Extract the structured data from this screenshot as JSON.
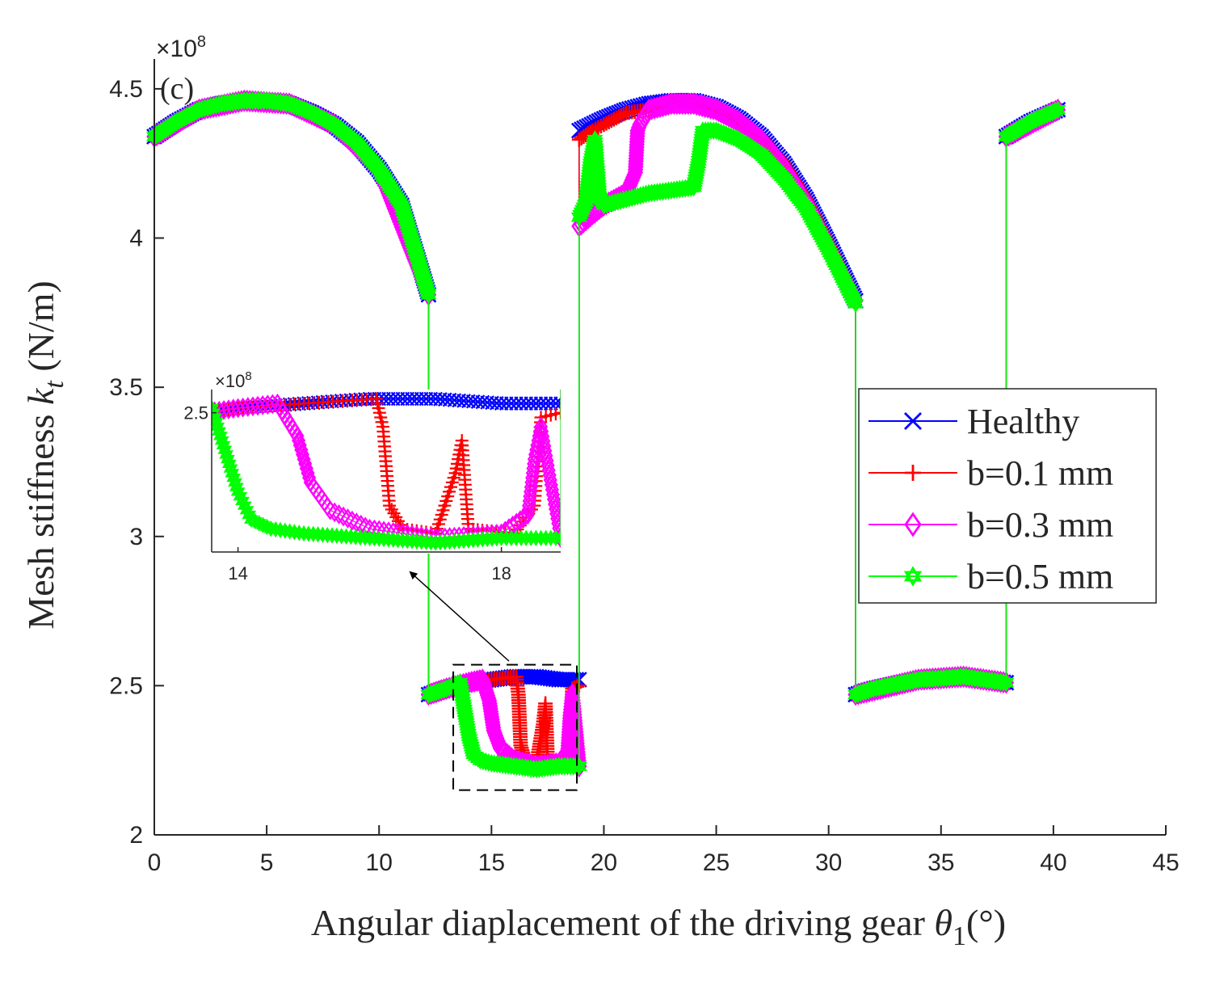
{
  "chart_data": {
    "type": "line",
    "panel_label": "(c)",
    "xlabel": "Angular diaplacement of the driving gear θ1(°)",
    "xlabel_main": "Angular diaplacement of the driving gear ",
    "xlabel_symbol": "θ",
    "xlabel_sub": "1",
    "xlabel_unit": "(°)",
    "ylabel": "Mesh stiffness kt (N/m)",
    "ylabel_main": "Mesh stiffness ",
    "ylabel_symbol": "k",
    "ylabel_sub": "t",
    "ylabel_unit": " (N/m)",
    "y_multiplier": "×10",
    "y_exponent": "8",
    "xlim": [
      0,
      45
    ],
    "ylim": [
      2,
      4.6
    ],
    "xticks": [
      0,
      5,
      10,
      15,
      20,
      25,
      30,
      35,
      40,
      45
    ],
    "yticks": [
      2,
      2.5,
      3,
      3.5,
      4,
      4.5
    ],
    "grid": false,
    "legend_position": "right",
    "colors": {
      "healthy": "#0000ff",
      "b01": "#ff0000",
      "b03": "#ff00ff",
      "b05": "#00ff00",
      "axis": "#262626"
    },
    "series": [
      {
        "name": "Healthy",
        "color": "#0000ff",
        "marker": "x",
        "points": [
          [
            0,
            4.34
          ],
          [
            1,
            4.39
          ],
          [
            2,
            4.43
          ],
          [
            3,
            4.45
          ],
          [
            4,
            4.46
          ],
          [
            5,
            4.46
          ],
          [
            6,
            4.45
          ],
          [
            7,
            4.42
          ],
          [
            8,
            4.38
          ],
          [
            9,
            4.32
          ],
          [
            10,
            4.23
          ],
          [
            11,
            4.11
          ],
          [
            12.2,
            3.81
          ],
          [
            12.2,
            2.47
          ],
          [
            13,
            2.49
          ],
          [
            14,
            2.51
          ],
          [
            15,
            2.52
          ],
          [
            16,
            2.53
          ],
          [
            17,
            2.53
          ],
          [
            18,
            2.52
          ],
          [
            18.9,
            2.52
          ],
          [
            18.9,
            4.36
          ],
          [
            20,
            4.4
          ],
          [
            21,
            4.43
          ],
          [
            22,
            4.45
          ],
          [
            23,
            4.46
          ],
          [
            24,
            4.46
          ],
          [
            25,
            4.44
          ],
          [
            26,
            4.4
          ],
          [
            27,
            4.34
          ],
          [
            28,
            4.25
          ],
          [
            29,
            4.13
          ],
          [
            30,
            3.98
          ],
          [
            31.2,
            3.79
          ],
          [
            31.2,
            2.47
          ],
          [
            32,
            2.49
          ],
          [
            34,
            2.52
          ],
          [
            36,
            2.53
          ],
          [
            37.9,
            2.51
          ],
          [
            37.9,
            4.34
          ],
          [
            39,
            4.39
          ],
          [
            40.2,
            4.43
          ]
        ]
      },
      {
        "name": "b=0.1 mm",
        "color": "#ff0000",
        "marker": "+",
        "points": [
          [
            0,
            4.34
          ],
          [
            2,
            4.43
          ],
          [
            4,
            4.46
          ],
          [
            6,
            4.45
          ],
          [
            8,
            4.38
          ],
          [
            10,
            4.23
          ],
          [
            12.2,
            3.81
          ],
          [
            12.2,
            2.47
          ],
          [
            14,
            2.51
          ],
          [
            15,
            2.52
          ],
          [
            16.1,
            2.53
          ],
          [
            16.2,
            2.47
          ],
          [
            16.3,
            2.3
          ],
          [
            16.5,
            2.25
          ],
          [
            17,
            2.24
          ],
          [
            17.3,
            2.37
          ],
          [
            17.4,
            2.44
          ],
          [
            17.5,
            2.25
          ],
          [
            18.2,
            2.24
          ],
          [
            18.5,
            2.3
          ],
          [
            18.6,
            2.49
          ],
          [
            18.9,
            2.5
          ],
          [
            18.9,
            4.33
          ],
          [
            19.5,
            4.36
          ],
          [
            20,
            4.38
          ],
          [
            21,
            4.42
          ],
          [
            22,
            4.43
          ],
          [
            23,
            4.46
          ],
          [
            24,
            4.46
          ],
          [
            25,
            4.44
          ],
          [
            26,
            4.4
          ],
          [
            27,
            4.34
          ],
          [
            28,
            4.25
          ],
          [
            29,
            4.13
          ],
          [
            30,
            3.98
          ],
          [
            31.2,
            3.79
          ],
          [
            31.2,
            2.47
          ],
          [
            34,
            2.52
          ],
          [
            36,
            2.53
          ],
          [
            37.9,
            2.51
          ],
          [
            37.9,
            4.34
          ],
          [
            40.2,
            4.43
          ]
        ]
      },
      {
        "name": "b=0.3 mm",
        "color": "#ff00ff",
        "marker": "diamond",
        "points": [
          [
            0,
            4.34
          ],
          [
            2,
            4.43
          ],
          [
            4,
            4.46
          ],
          [
            6,
            4.45
          ],
          [
            8,
            4.38
          ],
          [
            10,
            4.23
          ],
          [
            12.2,
            3.81
          ],
          [
            12.2,
            2.47
          ],
          [
            13,
            2.49
          ],
          [
            14,
            2.51
          ],
          [
            14.6,
            2.52
          ],
          [
            14.9,
            2.45
          ],
          [
            15.1,
            2.35
          ],
          [
            15.4,
            2.29
          ],
          [
            16,
            2.25
          ],
          [
            17,
            2.23
          ],
          [
            18,
            2.24
          ],
          [
            18.4,
            2.28
          ],
          [
            18.5,
            2.4
          ],
          [
            18.6,
            2.47
          ],
          [
            18.9,
            2.23
          ],
          [
            18.9,
            4.04
          ],
          [
            19.5,
            4.08
          ],
          [
            20,
            4.11
          ],
          [
            21,
            4.15
          ],
          [
            21.4,
            4.22
          ],
          [
            21.5,
            4.36
          ],
          [
            21.6,
            4.38
          ],
          [
            22,
            4.43
          ],
          [
            23,
            4.45
          ],
          [
            24,
            4.45
          ],
          [
            25,
            4.43
          ],
          [
            26,
            4.39
          ],
          [
            27,
            4.33
          ],
          [
            28,
            4.24
          ],
          [
            29,
            4.12
          ],
          [
            30,
            3.97
          ],
          [
            31.2,
            3.79
          ],
          [
            31.2,
            2.47
          ],
          [
            34,
            2.52
          ],
          [
            36,
            2.53
          ],
          [
            37.9,
            2.51
          ],
          [
            37.9,
            4.34
          ],
          [
            40.2,
            4.43
          ]
        ]
      },
      {
        "name": "b=0.5 mm",
        "color": "#00ff00",
        "marker": "hexagram",
        "points": [
          [
            0,
            4.34
          ],
          [
            1,
            4.39
          ],
          [
            2,
            4.43
          ],
          [
            3,
            4.45
          ],
          [
            4,
            4.46
          ],
          [
            5,
            4.46
          ],
          [
            6,
            4.45
          ],
          [
            7,
            4.42
          ],
          [
            8,
            4.38
          ],
          [
            9,
            4.32
          ],
          [
            10,
            4.23
          ],
          [
            11,
            4.11
          ],
          [
            12.2,
            3.81
          ],
          [
            12.2,
            2.47
          ],
          [
            13,
            2.49
          ],
          [
            13.6,
            2.51
          ],
          [
            13.8,
            2.42
          ],
          [
            14,
            2.33
          ],
          [
            14.2,
            2.27
          ],
          [
            14.5,
            2.25
          ],
          [
            15,
            2.24
          ],
          [
            16,
            2.23
          ],
          [
            17,
            2.22
          ],
          [
            18,
            2.23
          ],
          [
            18.9,
            2.23
          ],
          [
            18.9,
            4.07
          ],
          [
            19.2,
            4.12
          ],
          [
            19.4,
            4.25
          ],
          [
            19.6,
            4.33
          ],
          [
            19.8,
            4.14
          ],
          [
            20,
            4.11
          ],
          [
            21,
            4.13
          ],
          [
            22,
            4.15
          ],
          [
            23,
            4.16
          ],
          [
            24,
            4.17
          ],
          [
            24.2,
            4.25
          ],
          [
            24.4,
            4.36
          ],
          [
            25,
            4.36
          ],
          [
            26,
            4.33
          ],
          [
            27,
            4.28
          ],
          [
            28,
            4.2
          ],
          [
            29,
            4.1
          ],
          [
            30,
            3.96
          ],
          [
            31.2,
            3.78
          ],
          [
            31.2,
            2.47
          ],
          [
            32,
            2.49
          ],
          [
            34,
            2.52
          ],
          [
            36,
            2.53
          ],
          [
            37.9,
            2.51
          ],
          [
            37.9,
            4.34
          ],
          [
            39,
            4.39
          ],
          [
            40.2,
            4.43
          ]
        ]
      }
    ],
    "inset": {
      "xlim": [
        13.6,
        18.9
      ],
      "ylim": [
        2.2,
        2.55
      ],
      "xticks": [
        14,
        18
      ],
      "yticks": [
        2.5
      ],
      "y_multiplier": "×10",
      "y_exponent": "8",
      "zoom_box_x": [
        13.3,
        18.8
      ],
      "zoom_box_y": [
        2.15,
        2.57
      ]
    }
  }
}
